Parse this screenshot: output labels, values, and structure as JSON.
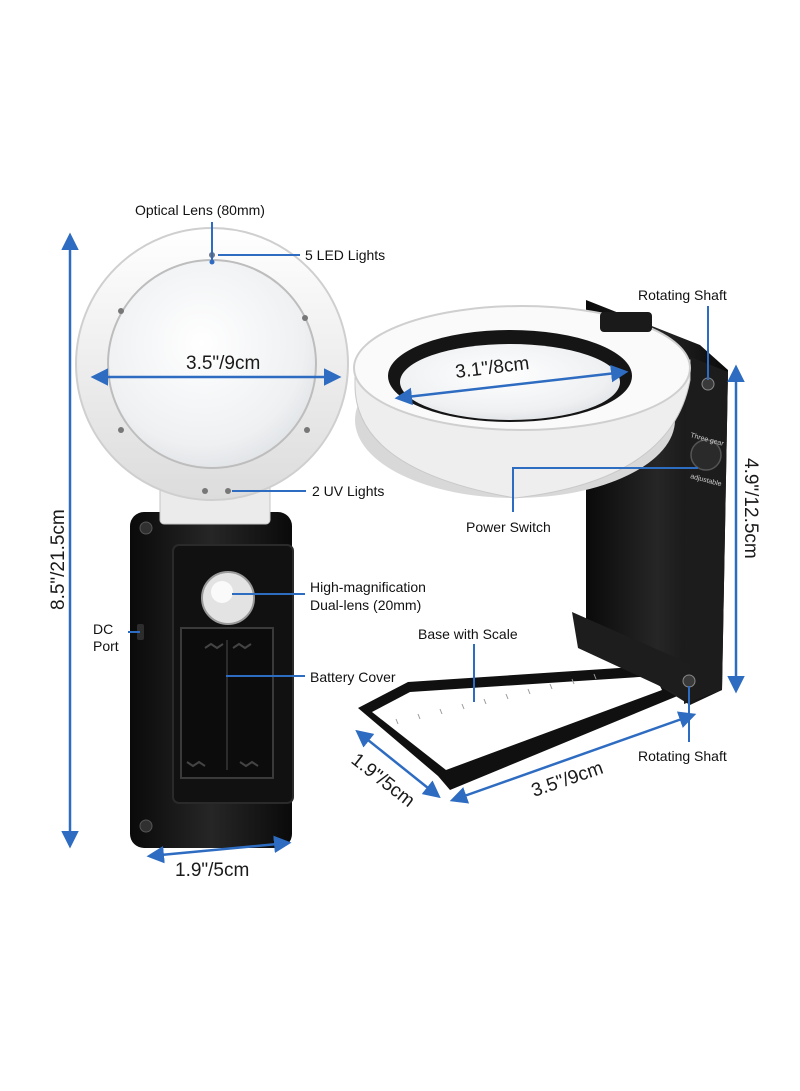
{
  "colors": {
    "dimension_arrow": "#2e6cc2",
    "pointer_line": "#2e6cc2",
    "body_black": "#151515",
    "shell_white": "#f6f6f6"
  },
  "left_unit": {
    "callouts": {
      "optical_lens": "Optical Lens (80mm)",
      "led_lights": "5 LED Lights",
      "uv_lights": "2 UV Lights",
      "high_mag_line1": "High-magnification",
      "high_mag_line2": "Dual-lens (20mm)",
      "battery_cover": "Battery Cover",
      "dc_port_line1": "DC",
      "dc_port_line2": "Port"
    },
    "dimensions": {
      "lens_width": "3.5\"/9cm",
      "total_height": "8.5\"/21.5cm",
      "handle_width": "1.9\"/5cm"
    }
  },
  "right_unit": {
    "callouts": {
      "rotating_shaft_top": "Rotating Shaft",
      "power_switch": "Power Switch",
      "base_with_scale": "Base with Scale",
      "rotating_shaft_bottom": "Rotating Shaft",
      "switch_marking_line1": "Three gear",
      "switch_marking_line2": "adjustable"
    },
    "dimensions": {
      "lens_width": "3.1\"/8cm",
      "height": "4.9\"/12.5cm",
      "base_depth": "1.9\"/5cm",
      "base_width": "3.5\"/9cm"
    }
  }
}
